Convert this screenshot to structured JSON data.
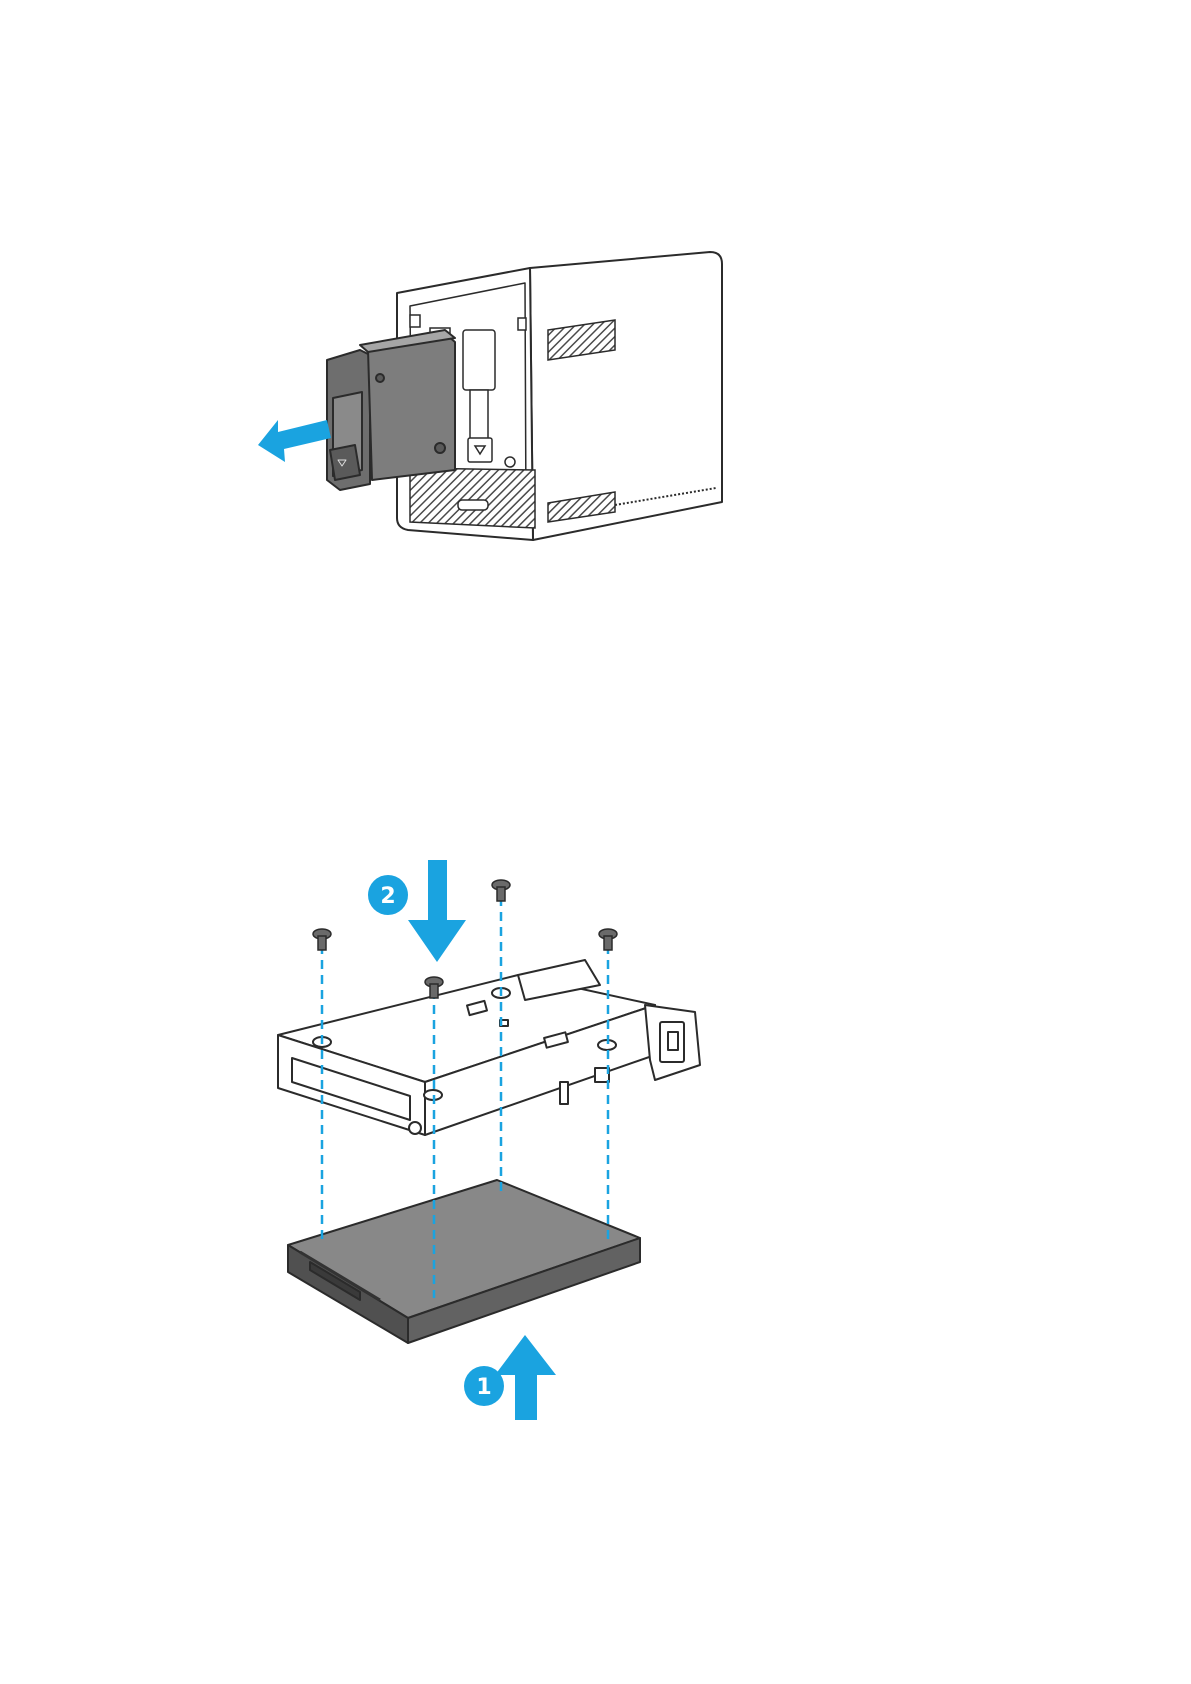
{
  "colors": {
    "accent_blue": "#1aa3e0",
    "outline": "#2b2b2b",
    "drive_gray": "#7a7a7a",
    "drive_dark": "#4a4a4a",
    "hatch": "#555555",
    "enclosure_fill": "#ffffff"
  },
  "figure_top": {
    "arrow_direction": "left"
  },
  "figure_bottom": {
    "steps": [
      {
        "number": "1",
        "arrow_direction": "up"
      },
      {
        "number": "2",
        "arrow_direction": "down"
      }
    ],
    "screw_count": 4
  }
}
